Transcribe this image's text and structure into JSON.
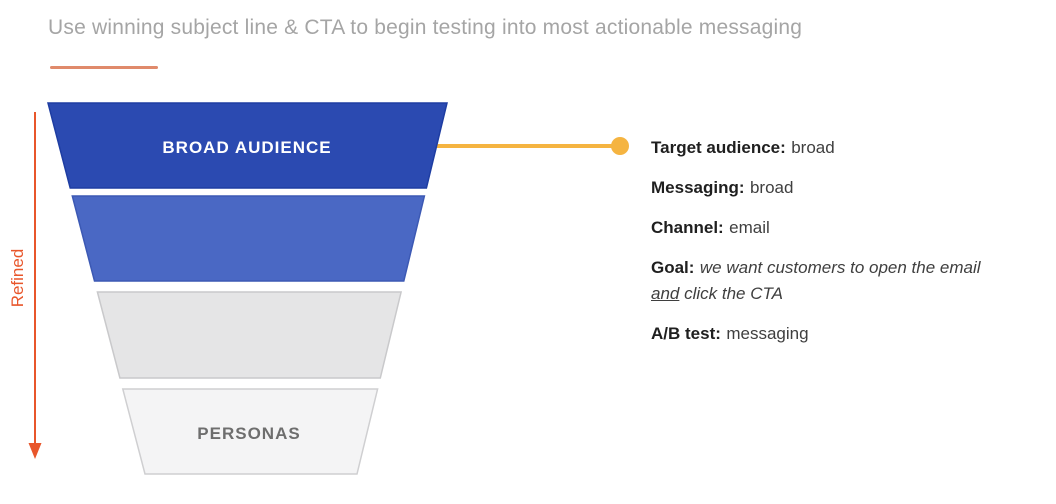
{
  "title": {
    "text": "Use winning subject line & CTA to begin testing into most actionable messaging"
  },
  "axis": {
    "label": "Refined"
  },
  "funnel": {
    "segments": [
      {
        "label": "BROAD AUDIENCE",
        "color": "#2b4ab1",
        "text_color": "#ffffff"
      },
      {
        "label": "",
        "color": "#4a68c4",
        "text_color": "#ffffff"
      },
      {
        "label": "",
        "color": "#e5e5e6",
        "text_color": "#6e6e6e"
      },
      {
        "label": "PERSONAS",
        "color": "#f4f4f5",
        "text_color": "#6e6e6e"
      }
    ]
  },
  "annotations": [
    {
      "label": "Target audience:",
      "value": "broad"
    },
    {
      "label": "Messaging:",
      "value": "broad"
    },
    {
      "label": "Channel:",
      "value": "email"
    },
    {
      "label": "Goal:",
      "value_parts": {
        "line1_italic": "we want customers to open the email",
        "underlined_italic": "and",
        "line2_italic_rest": " click the CTA"
      }
    },
    {
      "label": "A/B test:",
      "value": "messaging"
    }
  ],
  "palette": {
    "accent_orange_red": "#e8562b",
    "underline_salmon": "#e08a6b",
    "connector_amber": "#f5b441",
    "title_gray": "#a5a5a5",
    "funnel_dark_blue": "#2b4ab1",
    "funnel_medium_blue": "#4a68c4",
    "funnel_light_gray": "#e5e5e6",
    "funnel_lighter_gray": "#f4f4f5"
  }
}
